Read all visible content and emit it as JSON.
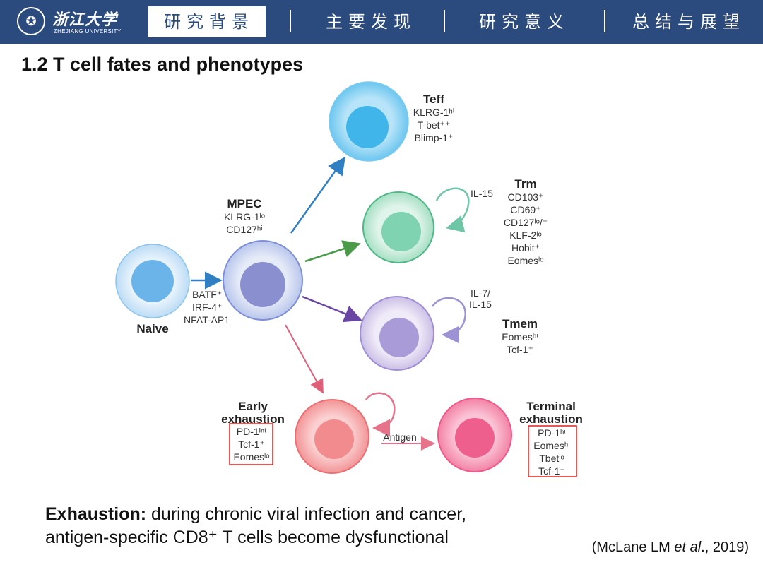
{
  "header": {
    "logo_cn": "浙江大学",
    "logo_en": "ZHEJIANG UNIVERSITY",
    "nav": [
      {
        "label": "研究背景",
        "active": true
      },
      {
        "label": "主要发现",
        "active": false
      },
      {
        "label": "研究意义",
        "active": false
      },
      {
        "label": "总结与展望",
        "active": false
      }
    ]
  },
  "slide_title": "1.2 T cell fates and phenotypes",
  "diagram": {
    "naive": {
      "label": "Naive"
    },
    "naive_factors": [
      "BATF⁺",
      "IRF-4⁺",
      "NFAT-AP1"
    ],
    "mpec": {
      "label": "MPEC",
      "markers": [
        "KLRG-1ˡᵒ",
        "CD127ʰⁱ"
      ]
    },
    "teff": {
      "label": "Teff",
      "markers": [
        "KLRG-1ʰⁱ",
        "T-bet⁺⁺",
        "Blimp-1⁺"
      ]
    },
    "trm": {
      "label": "Trm",
      "cytokine": "IL-15",
      "markers": [
        "CD103⁺",
        "CD69⁺",
        "CD127ˡᵒ/⁻",
        "KLF-2ˡᵒ",
        "Hobit⁺",
        "Eomesˡᵒ"
      ]
    },
    "tmem": {
      "label": "Tmem",
      "cytokine_lines": [
        "IL-7/",
        "IL-15"
      ],
      "markers": [
        "Eomesʰⁱ",
        "Tcf-1⁺"
      ]
    },
    "early": {
      "label_lines": [
        "Early",
        "exhaustion"
      ],
      "markers": [
        "PD-1ᴵⁿᵗ",
        "Tcf-1⁺",
        "Eomesˡᵒ"
      ]
    },
    "antigen": "Antigen",
    "terminal": {
      "label_lines": [
        "Terminal",
        "exhaustion"
      ],
      "markers": [
        "PD-1ʰⁱ",
        "Eomesʰⁱ",
        "Tbetˡᵒ",
        "Tcf-1⁻"
      ]
    }
  },
  "caption": {
    "bold": "Exhaustion:",
    "line1": " during chronic viral infection and cancer,",
    "line2": "antigen-specific CD8⁺ T cells become dysfunctional"
  },
  "citation": {
    "pre": "(McLane LM ",
    "italic": "et al",
    "post": "., 2019)"
  },
  "colors": {
    "header_bg": "#2b4a7e",
    "naive": "#6ab4ea",
    "mpec": "#8a8fd0",
    "teff": "#3fb5ea",
    "trm": "#7fd3b0",
    "tmem": "#a99ad8",
    "early": "#f18b8d",
    "terminal": "#ef5f8e",
    "highlight_box": "#e0302a"
  }
}
